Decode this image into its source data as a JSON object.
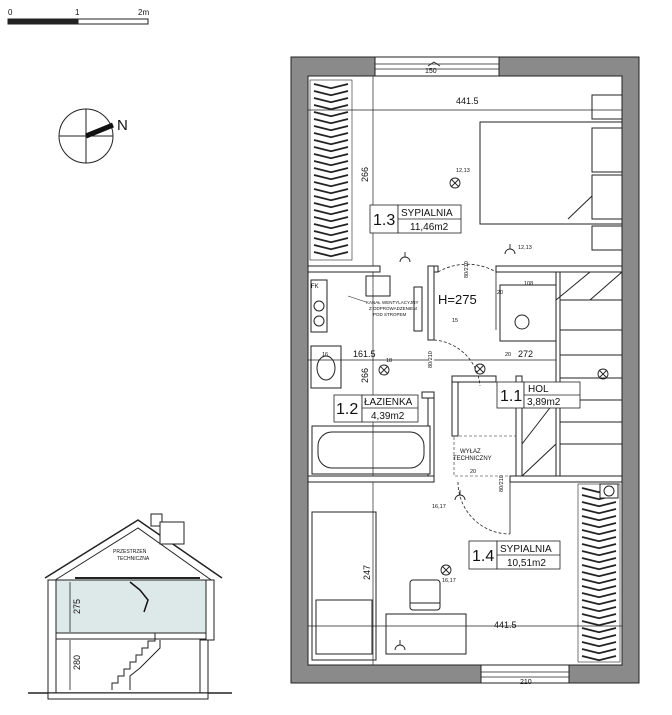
{
  "scale_bar": {
    "labels": [
      "0",
      "1",
      "2m"
    ]
  },
  "compass": {
    "north_label": "N"
  },
  "rooms": [
    {
      "number": "1.3",
      "name": "SYPIALNIA",
      "area": "11,46m2"
    },
    {
      "number": "1.2",
      "name": "ŁAZIENKA",
      "area": "4,39m2"
    },
    {
      "number": "1.1",
      "name": "HOL",
      "area": "3,89m2"
    },
    {
      "number": "1.4",
      "name": "SYPIALNIA",
      "area": "10,51m2"
    }
  ],
  "dimensions": {
    "top_width": "441.5",
    "bottom_width": "441.5",
    "bedroom_top_height": "266",
    "bath_width": "161.5",
    "bath_height": "266",
    "hall_width": "272",
    "bedroom_bottom_height": "247",
    "window_top": "150",
    "window_bottom": "210"
  },
  "ceiling_height": "H=275",
  "ventilation_note": [
    "KANAŁ WENTYLACYJNY",
    "Z ODPROWADZENIEM",
    "POD STROPEM"
  ],
  "technical_vent": [
    "WYŁAZ",
    "TECHNICZNY"
  ],
  "fk_label": "FK",
  "symbols": {
    "lamp_top": "12,13",
    "socket_top": "12,13",
    "lamp_hall": "18",
    "socket_hall_ref": "20",
    "socket_bath": "16",
    "lamp_bath_ref": "15",
    "lamp_bottom": "16,17",
    "socket_bottom": "16,17",
    "switch_a": "20",
    "switch_b": "20",
    "door_top": "80/210",
    "door_bath": "80/210",
    "door_bottom": "80/210",
    "stair_ref": "108"
  },
  "section": {
    "attic_label": [
      "PRZESTRZEŃ",
      "TECHNICZNA"
    ],
    "upper_height": "275",
    "lower_height": "280"
  }
}
